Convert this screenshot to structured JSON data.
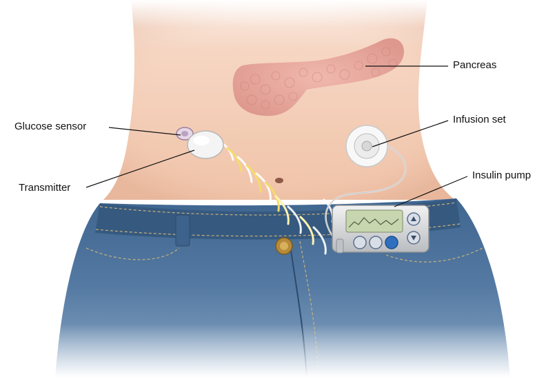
{
  "labels": {
    "pancreas": "Pancreas",
    "infusion_set": "Infusion set",
    "insulin_pump": "Insulin pump",
    "glucose_sensor": "Glucose sensor",
    "transmitter": "Transmitter"
  },
  "colors": {
    "skin": "#f3cdb6",
    "pancreas": "#e9a9a0",
    "denim": "#4d7099",
    "signal": "#f4dc6a",
    "device": "#e6e6e6"
  },
  "icons": [
    "glucose-sensor-icon",
    "transmitter-icon",
    "infusion-set-icon",
    "insulin-pump-icon",
    "jeans-button-icon"
  ]
}
